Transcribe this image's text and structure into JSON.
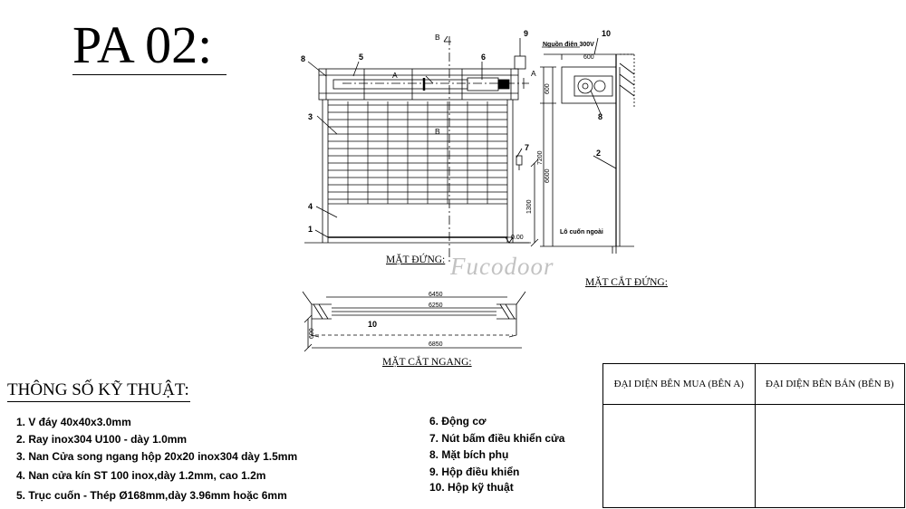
{
  "title": "PA 02:",
  "watermark": "Fucodoor",
  "captions": {
    "elevation": "MẶT ĐỨNG:",
    "section_vertical": "MẶT CẮT ĐỨNG:",
    "section_horizontal": "MẶT CẮT NGANG:"
  },
  "elevation": {
    "section_marks": [
      "A",
      "A",
      "B",
      "B"
    ],
    "callouts": [
      "8",
      "5",
      "6",
      "3",
      "4",
      "1",
      "7",
      "9"
    ],
    "level_mark": "0.00",
    "dim_height": "1300"
  },
  "section": {
    "callouts": [
      "10",
      "8",
      "2"
    ],
    "power_label": "Nguồn điện 300V",
    "dim_top": "600",
    "dims_vertical": [
      "600",
      "6600",
      "7200"
    ],
    "opening_label": "Lô cuốn ngoài"
  },
  "plan": {
    "dims": [
      "6450",
      "6250",
      "6850",
      "600"
    ],
    "callout": "10"
  },
  "specs": {
    "title": "THÔNG SỐ KỸ THUẬT:",
    "left": [
      "1. V đáy 40x40x3.0mm",
      "2. Ray inox304 U100 - dày 1.0mm",
      "3. Nan Cửa song ngang hộp 20x20 inox304 dày 1.5mm",
      "4. Nan cửa kín ST 100 inox,dày 1.2mm, cao 1.2m",
      "5. Trục cuốn - Thép Ø168mm,dày 3.96mm hoặc 6mm"
    ],
    "right": [
      "6. Động cơ",
      "7. Nút bấm điều khiển cửa",
      "8. Mặt bích phụ",
      "9. Hộp điều khiển",
      "10. Hộp kỹ thuật"
    ]
  },
  "signatures": {
    "buyer": "ĐẠI DIỆN BÊN MUA (BÊN A)",
    "seller": "ĐẠI DIỆN BÊN BÁN (BÊN B)"
  }
}
